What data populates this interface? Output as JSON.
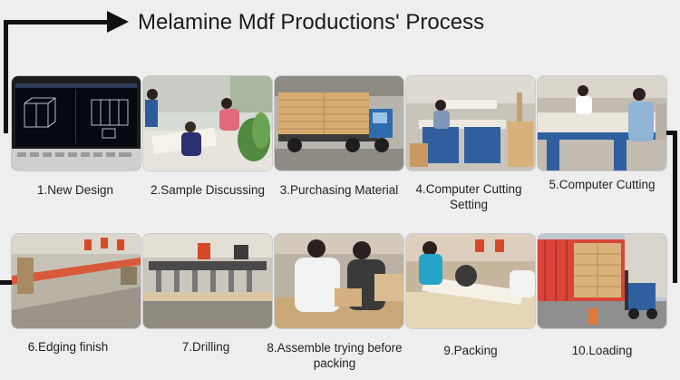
{
  "title": "Melamine Mdf Productions' Process",
  "steps": [
    {
      "label": "1.New Design",
      "photo": "cad-design-screen"
    },
    {
      "label": "2.Sample Discussing",
      "photo": "team-discussing-sample"
    },
    {
      "label": "3.Purchasing Material",
      "photo": "truck-with-boards"
    },
    {
      "label": "4.Computer Cutting Setting",
      "photo": "cutting-machine-setting"
    },
    {
      "label": "5.Computer Cutting",
      "photo": "computer-cutting"
    },
    {
      "label": "6.Edging finish",
      "photo": "edge-banding-machine"
    },
    {
      "label": "7.Drilling",
      "photo": "drilling-machine"
    },
    {
      "label": "8.Assemble trying before packing",
      "photo": "assembly-test"
    },
    {
      "label": "9.Packing",
      "photo": "packing-panels"
    },
    {
      "label": "10.Loading",
      "photo": "container-loading"
    }
  ]
}
